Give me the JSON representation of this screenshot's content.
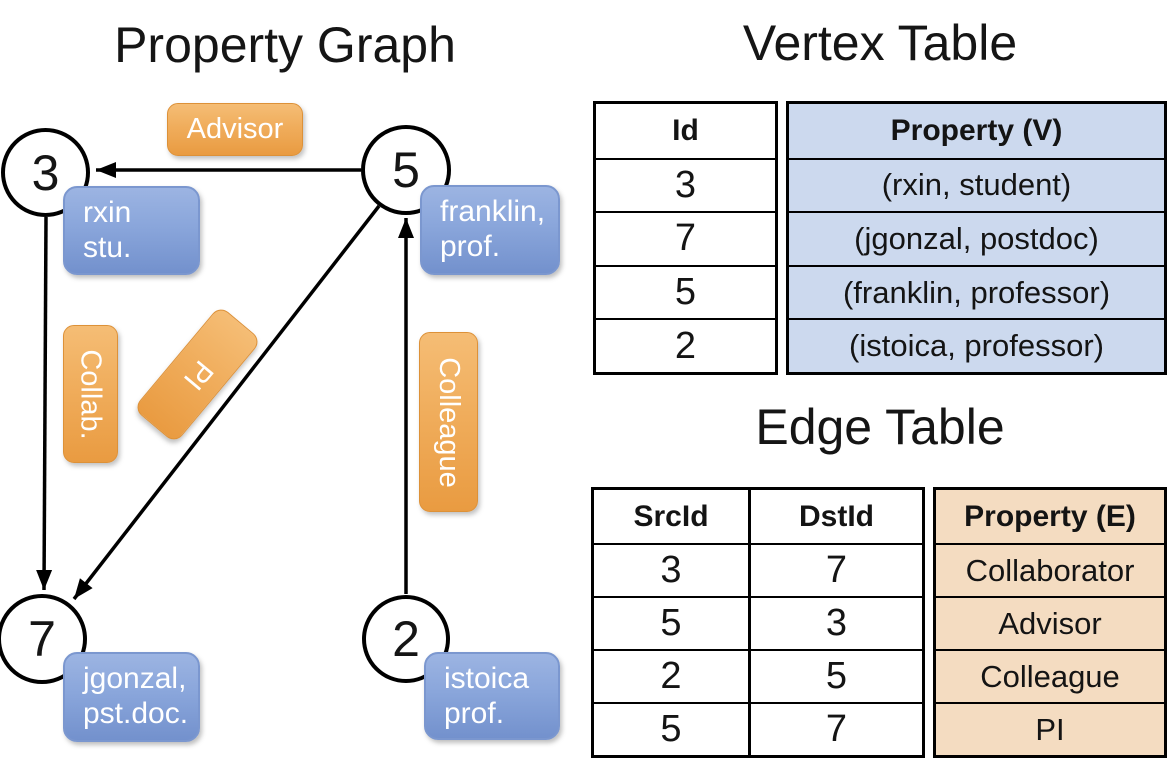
{
  "graph": {
    "title": "Property Graph",
    "nodes": [
      {
        "id": "3",
        "property_lines": [
          "rxin",
          "stu."
        ]
      },
      {
        "id": "5",
        "property_lines": [
          "franklin,",
          "prof."
        ]
      },
      {
        "id": "7",
        "property_lines": [
          "jgonzal,",
          "pst.doc."
        ]
      },
      {
        "id": "2",
        "property_lines": [
          "istoica",
          "prof."
        ]
      }
    ],
    "edges": [
      {
        "label": "Advisor",
        "src": "5",
        "dst": "3"
      },
      {
        "label": "Collab.",
        "src": "3",
        "dst": "7"
      },
      {
        "label": "PI",
        "src": "5",
        "dst": "7"
      },
      {
        "label": "Colleague",
        "src": "2",
        "dst": "5"
      }
    ]
  },
  "vertex_table": {
    "title": "Vertex Table",
    "columns": [
      "Id",
      "Property (V)"
    ],
    "rows": [
      {
        "id": "3",
        "property": "(rxin, student)"
      },
      {
        "id": "7",
        "property": "(jgonzal, postdoc)"
      },
      {
        "id": "5",
        "property": "(franklin, professor)"
      },
      {
        "id": "2",
        "property": "(istoica, professor)"
      }
    ]
  },
  "edge_table": {
    "title": "Edge Table",
    "columns": [
      "SrcId",
      "DstId",
      "Property (E)"
    ],
    "rows": [
      {
        "src": "3",
        "dst": "7",
        "property": "Collaborator"
      },
      {
        "src": "5",
        "dst": "3",
        "property": "Advisor"
      },
      {
        "src": "2",
        "dst": "5",
        "property": "Colleague"
      },
      {
        "src": "5",
        "dst": "7",
        "property": "PI"
      }
    ]
  },
  "colors": {
    "edge_label_gradient_top": "#f5bd75",
    "edge_label_gradient_bottom": "#e99b41",
    "vertex_box_gradient_top": "#9cb4e2",
    "vertex_box_gradient_bottom": "#7391cd",
    "vertex_table_property_bg": "#ccd9ee",
    "edge_table_property_bg": "#f4dcc1",
    "line_color": "#000000"
  }
}
